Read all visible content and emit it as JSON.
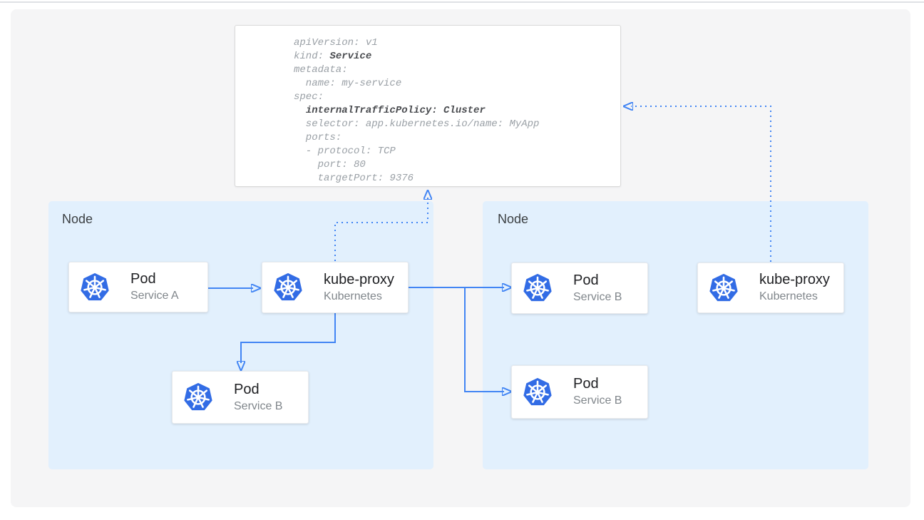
{
  "colors": {
    "arrow_blue": "#4285f4",
    "kubernetes_blue": "#326ce5",
    "node_panel_bg": "#e2f0fd",
    "canvas_bg": "#f5f5f6",
    "code_text": "#9aa0a6",
    "code_text_bold": "#4a4c50"
  },
  "code_block": {
    "lines": [
      [
        {
          "t": "apiVersion: v1",
          "b": 0
        }
      ],
      [
        {
          "t": "kind: ",
          "b": 0
        },
        {
          "t": "Service",
          "b": 1
        }
      ],
      [
        {
          "t": "metadata:",
          "b": 0
        }
      ],
      [
        {
          "t": "  name: my-service",
          "b": 0
        }
      ],
      [
        {
          "t": "spec:",
          "b": 0
        }
      ],
      [
        {
          "t": "  ",
          "b": 0
        },
        {
          "t": "internalTrafficPolicy: Cluster",
          "b": 1
        }
      ],
      [
        {
          "t": "  selector: app.kubernetes.io/name: MyApp",
          "b": 0
        }
      ],
      [
        {
          "t": "  ports:",
          "b": 0
        }
      ],
      [
        {
          "t": "  - protocol: TCP",
          "b": 0
        }
      ],
      [
        {
          "t": "    port: 80",
          "b": 0
        }
      ],
      [
        {
          "t": "    targetPort: 9376",
          "b": 0
        }
      ]
    ]
  },
  "nodes": {
    "left_label": "Node",
    "right_label": "Node"
  },
  "cards": {
    "pod_a": {
      "title": "Pod",
      "subtitle": "Service A"
    },
    "kube_proxy_left": {
      "title": "kube-proxy",
      "subtitle": "Kubernetes"
    },
    "pod_b_left": {
      "title": "Pod",
      "subtitle": "Service B"
    },
    "pod_b_right_top": {
      "title": "Pod",
      "subtitle": "Service B"
    },
    "pod_b_right_bot": {
      "title": "Pod",
      "subtitle": "Service B"
    },
    "kube_proxy_right": {
      "title": "kube-proxy",
      "subtitle": "Kubernetes"
    }
  }
}
